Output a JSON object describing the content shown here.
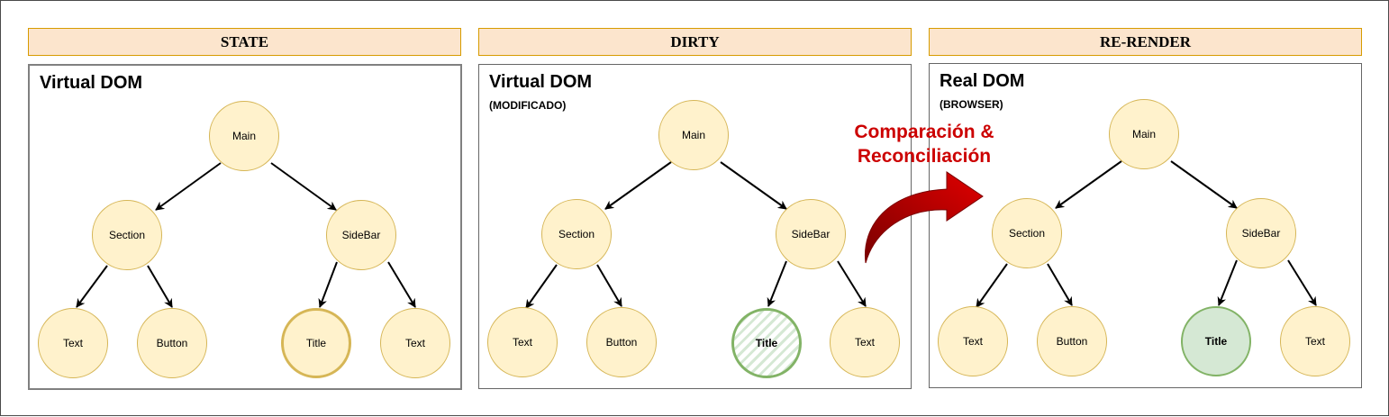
{
  "headers": [
    "STATE",
    "DIRTY",
    "RE-RENDER"
  ],
  "panels": [
    {
      "title": "Virtual DOM",
      "subtitle": "",
      "nodes": {
        "root": "Main",
        "left": "Section",
        "right": "SideBar",
        "ll": "Text",
        "lr": "Button",
        "rl": "Title",
        "rr": "Text"
      }
    },
    {
      "title": "Virtual DOM",
      "subtitle": "(MODIFICADO)",
      "nodes": {
        "root": "Main",
        "left": "Section",
        "right": "SideBar",
        "ll": "Text",
        "lr": "Button",
        "rl": "Title",
        "rr": "Text"
      }
    },
    {
      "title": "Real DOM",
      "subtitle": "(BROWSER)",
      "nodes": {
        "root": "Main",
        "left": "Section",
        "right": "SideBar",
        "ll": "Text",
        "lr": "Button",
        "rl": "Title",
        "rr": "Text"
      }
    }
  ],
  "callout": {
    "line1": "Comparación &",
    "line2": "Reconciliación"
  },
  "colors": {
    "header_fill": "#fce5cd",
    "header_border": "#d79b00",
    "node_fill": "#fff2cc",
    "node_border": "#d6b656",
    "changed_fill": "#d5e8d4",
    "changed_border": "#82b366",
    "arrow_red": "#cc0000"
  }
}
